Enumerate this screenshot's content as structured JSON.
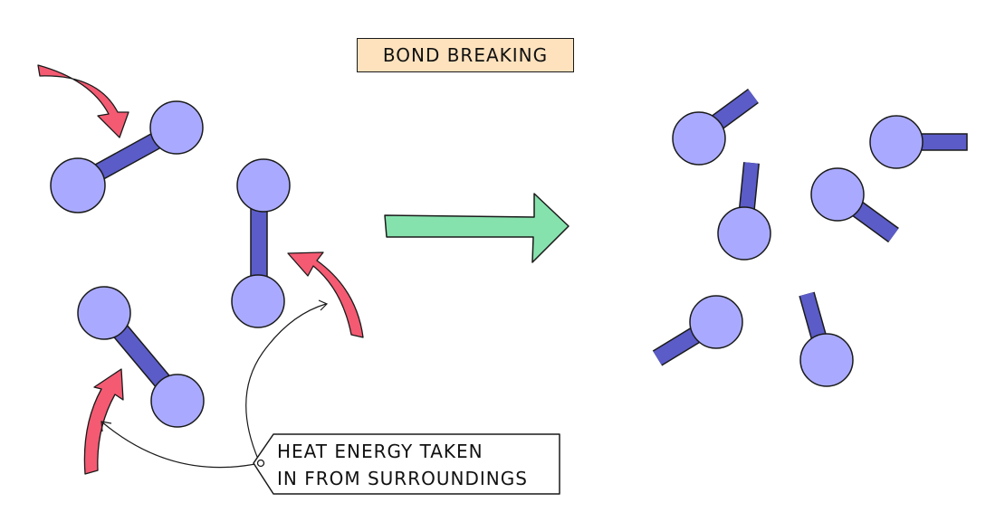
{
  "title": "BOND BREAKING",
  "tag_label": {
    "line1": "HEAT ENERGY TAKEN",
    "line2": "IN FROM SURROUNDINGS"
  },
  "colors": {
    "atom_fill": "#a9aaff",
    "bond_fill": "#5b5cc8",
    "heat_arrow": "#f45a72",
    "reaction_arrow": "#86e2ad",
    "title_fill": "#fde2bd",
    "outline": "#1a1a1a"
  }
}
